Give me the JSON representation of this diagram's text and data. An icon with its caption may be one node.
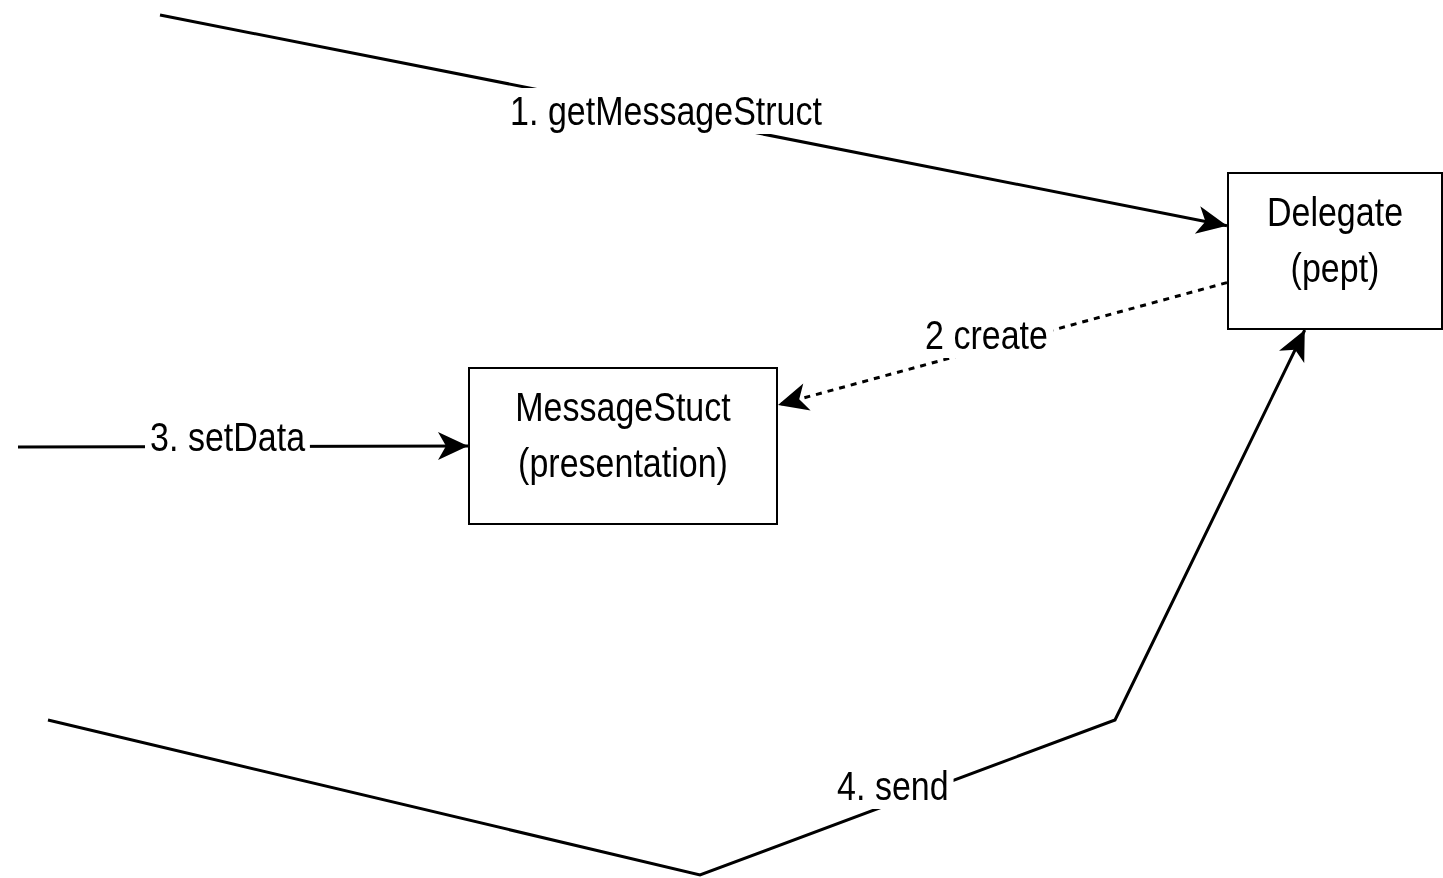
{
  "diagram": {
    "nodes": [
      {
        "text": [
          "Delegate (pept)"
        ]
      },
      {
        "text": [
          "MessageStuct (presentation)"
        ]
      }
    ],
    "edges": [
      {
        "from": null,
        "to": 0,
        "arrow": "to",
        "label": "1. getMessageStruct"
      },
      {
        "from": 0,
        "to": 1,
        "arrow": "to",
        "label": "2 create",
        "style": "dashed"
      },
      {
        "from": null,
        "to": 1,
        "arrow": "to",
        "label": "3. setData"
      },
      {
        "from": null,
        "to": 0,
        "arrow": "to",
        "label": "4. send"
      }
    ]
  }
}
